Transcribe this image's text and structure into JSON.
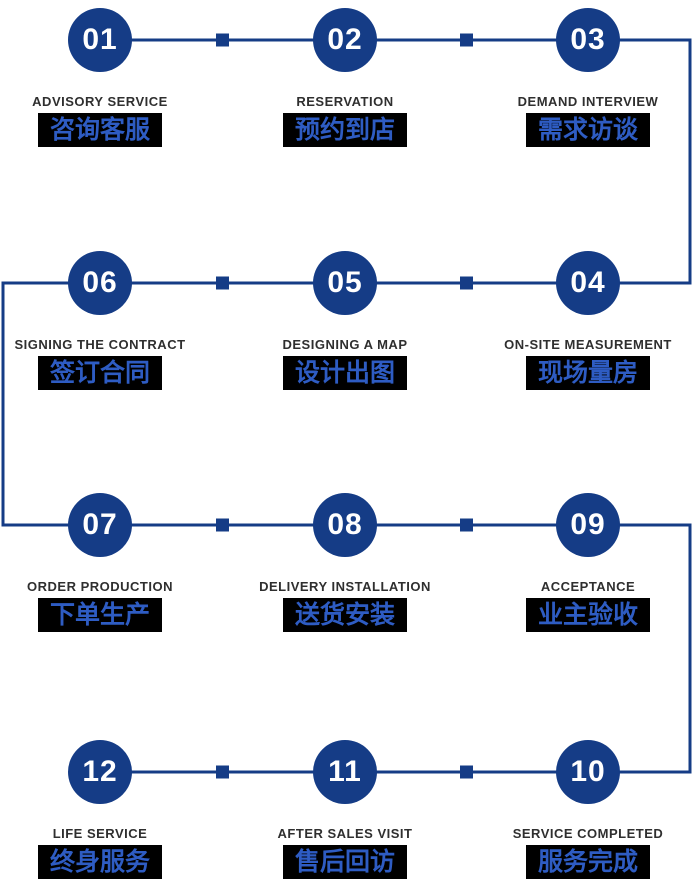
{
  "diagram_title": "service-process-flow",
  "colors": {
    "circle_blue": "#153c86",
    "connector_blue": "#153c86",
    "chinese_text_blue": "#2e5cc3",
    "chinese_box_background": "#000000",
    "english_label_color": "#2f2f2f",
    "number_color": "#ffffff",
    "background": "#ffffff"
  },
  "steps": [
    {
      "number": "01",
      "label_en": "ADVISORY SERVICE",
      "label_zh": "咨询客服"
    },
    {
      "number": "02",
      "label_en": "RESERVATION",
      "label_zh": "预约到店"
    },
    {
      "number": "03",
      "label_en": "DEMAND INTERVIEW",
      "label_zh": "需求访谈"
    },
    {
      "number": "04",
      "label_en": "ON-SITE MEASUREMENT",
      "label_zh": "现场量房"
    },
    {
      "number": "05",
      "label_en": "DESIGNING A MAP",
      "label_zh": "设计出图"
    },
    {
      "number": "06",
      "label_en": "SIGNING THE CONTRACT",
      "label_zh": "签订合同"
    },
    {
      "number": "07",
      "label_en": "ORDER PRODUCTION",
      "label_zh": "下单生产"
    },
    {
      "number": "08",
      "label_en": "DELIVERY INSTALLATION",
      "label_zh": "送货安装"
    },
    {
      "number": "09",
      "label_en": "ACCEPTANCE",
      "label_zh": "业主验收"
    },
    {
      "number": "10",
      "label_en": "SERVICE COMPLETED",
      "label_zh": "服务完成"
    },
    {
      "number": "11",
      "label_en": "AFTER SALES VISIT",
      "label_zh": "售后回访"
    },
    {
      "number": "12",
      "label_en": "LIFE SERVICE",
      "label_zh": "终身服务"
    }
  ]
}
